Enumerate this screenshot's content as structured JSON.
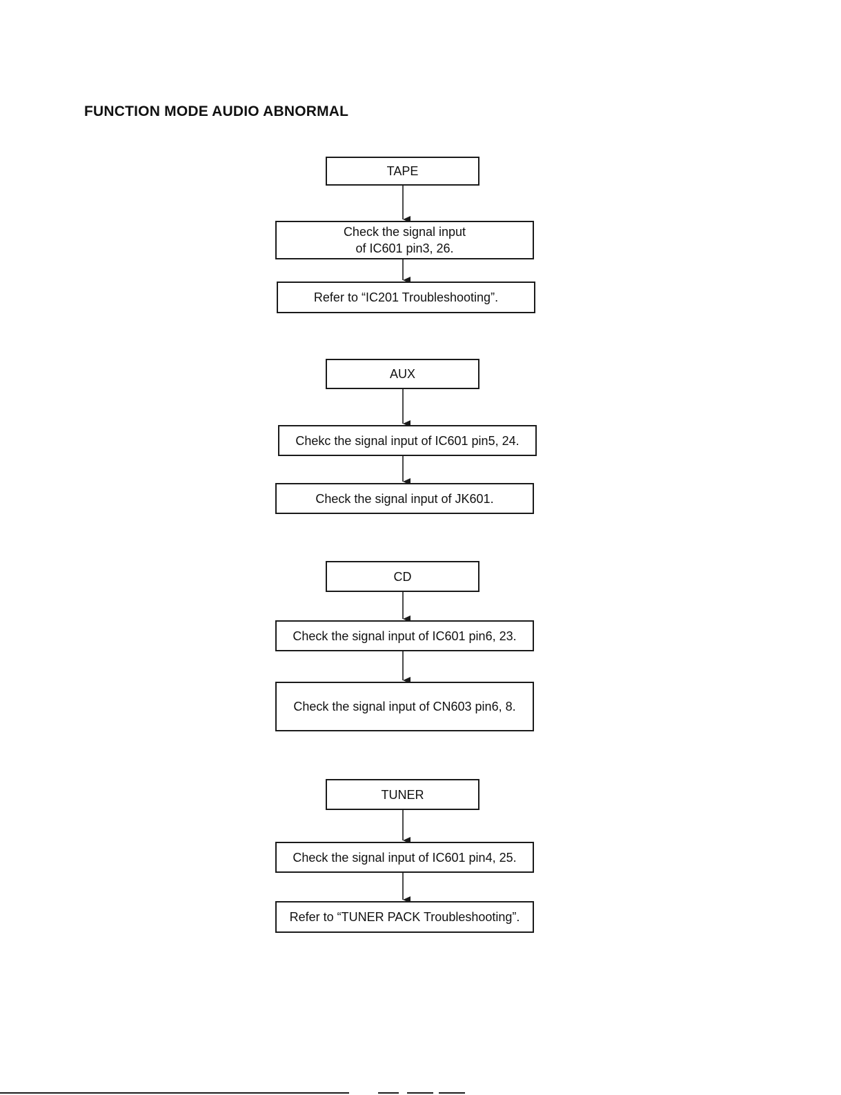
{
  "title": "FUNCTION MODE AUDIO ABNORMAL",
  "flows": [
    {
      "steps": [
        "TAPE",
        "Check the signal input\nof IC601 pin3, 26.",
        "Refer to “IC201 Troubleshooting”."
      ]
    },
    {
      "steps": [
        "AUX",
        "Chekc the signal input of IC601 pin5, 24.",
        "Check the signal input of JK601."
      ]
    },
    {
      "steps": [
        "CD",
        "Check the signal input of IC601 pin6, 23.",
        "Check the signal input of CN603 pin6, 8."
      ]
    },
    {
      "steps": [
        "TUNER",
        "Check the signal input of IC601 pin4, 25.",
        "Refer to “TUNER PACK Troubleshooting”."
      ]
    }
  ]
}
